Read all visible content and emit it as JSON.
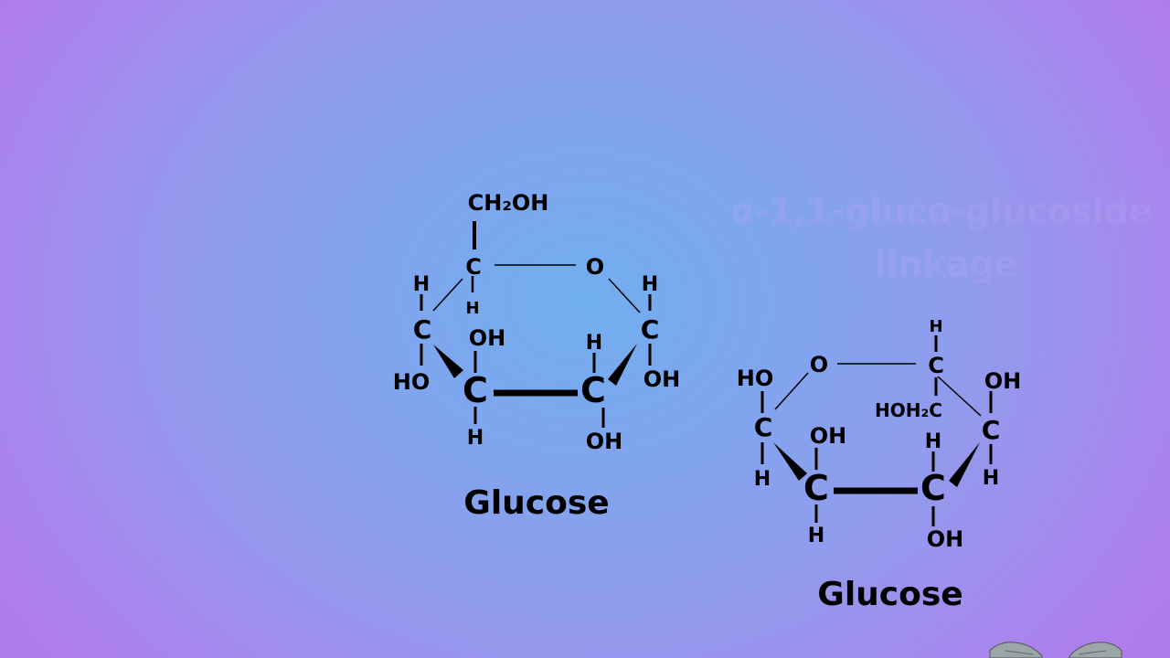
{
  "molecule_1": {
    "ch2oh": "CH₂OH",
    "c5": "C",
    "c5_h": "H",
    "ring_o": "O",
    "c1": "C",
    "c1_h": "H",
    "c1_oh": "OH",
    "c4": "C",
    "c4_h": "H",
    "c4_ho": "HO",
    "c3": "C",
    "c3_oh": "OH",
    "c3_h": "H",
    "c2": "C",
    "c2_h": "H",
    "c2_oh": "OH",
    "caption": "Glucose"
  },
  "molecule_2": {
    "ring_o": "O",
    "c5": "C",
    "c5_h": "H",
    "hoh2c": "HOH₂C",
    "c1": "C",
    "c1_ho": "HO",
    "c1_h": "H",
    "c2": "C",
    "c2_oh": "OH",
    "c2_h": "H",
    "c3": "C",
    "c3_h": "H",
    "c3_oh": "OH",
    "c4": "C",
    "c4_oh": "OH",
    "c4_h": "H",
    "caption": "Glucose"
  },
  "faded_title": {
    "line1": "α-1,1-gluco-glucoside",
    "line2": "linkage"
  }
}
